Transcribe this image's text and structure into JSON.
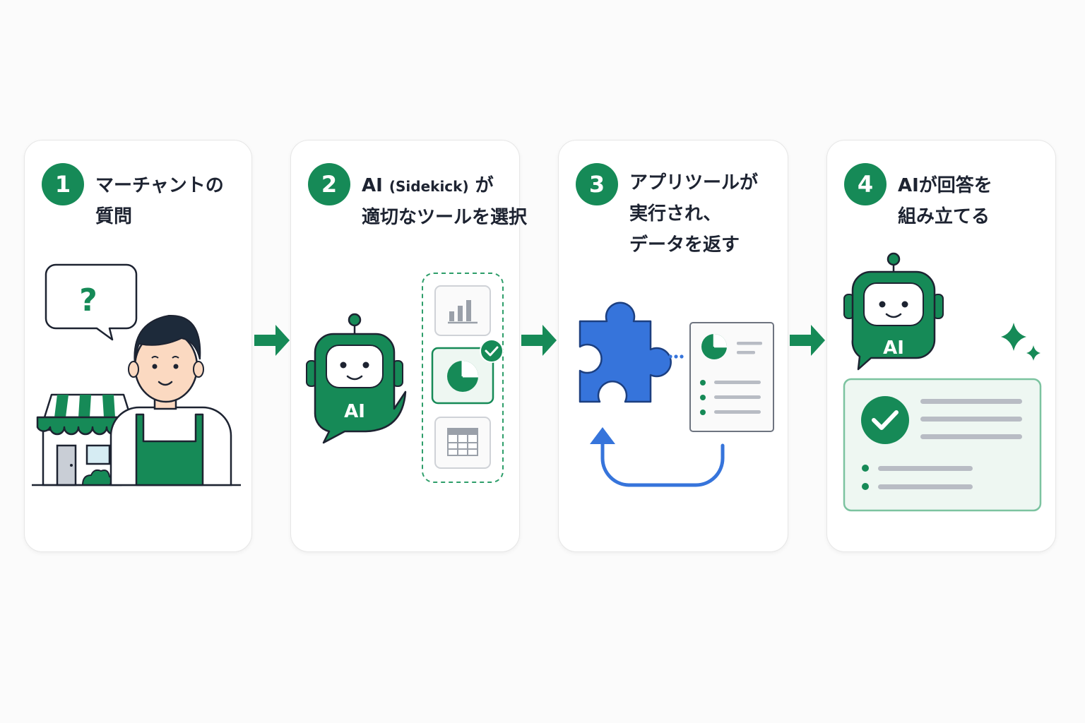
{
  "colors": {
    "green": "#168a57",
    "green_light": "#eef7f2",
    "blue": "#3674db",
    "dark": "#1d2331",
    "gray": "#b8bcc4"
  },
  "steps": [
    {
      "number": "1",
      "title_lines": [
        "マーチャントの",
        "質問"
      ],
      "bubble_text": "?"
    },
    {
      "number": "2",
      "title_prefix": "AI",
      "title_paren": "(Sidekick)",
      "title_suffix": "が",
      "title_line2": "適切なツールを選択",
      "robot_label": "AI"
    },
    {
      "number": "3",
      "title_lines": [
        "アプリツールが",
        "実行され、",
        "データを返す"
      ]
    },
    {
      "number": "4",
      "title_lines": [
        "AIが回答を",
        "組み立てる"
      ],
      "robot_label": "AI"
    }
  ],
  "icons": {
    "step1": [
      "speech-bubble-icon",
      "storefront-icon",
      "merchant-person-icon"
    ],
    "step2": [
      "ai-robot-icon",
      "bar-chart-tool-icon",
      "pie-chart-tool-icon",
      "table-tool-icon",
      "check-badge-icon"
    ],
    "step3": [
      "puzzle-piece-icon",
      "data-document-icon",
      "return-arrow-icon"
    ],
    "step4": [
      "ai-robot-icon",
      "sparkle-icon",
      "answer-card-icon",
      "check-circle-icon"
    ]
  }
}
